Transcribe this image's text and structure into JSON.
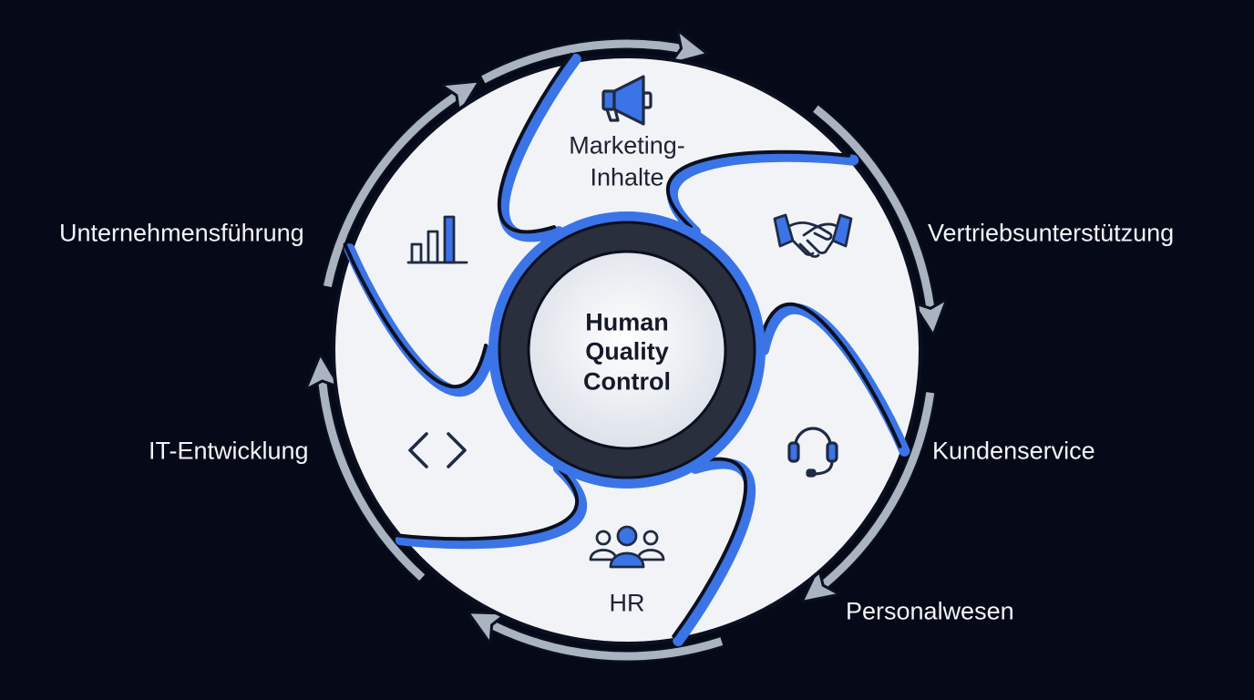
{
  "center": {
    "lines": [
      "Human",
      "Quality",
      "Control"
    ]
  },
  "segments": [
    {
      "label_lines": [
        "Marketing-",
        "Inhalte"
      ],
      "icon": "megaphone-icon"
    },
    {
      "label_lines": [],
      "icon": "handshake-icon"
    },
    {
      "label_lines": [],
      "icon": "headset-icon"
    },
    {
      "label_lines": [
        "HR"
      ],
      "icon": "people-group-icon"
    },
    {
      "label_lines": [],
      "icon": "code-brackets-icon"
    },
    {
      "label_lines": [],
      "icon": "bar-chart-icon"
    }
  ],
  "outer_labels": {
    "vertrieb": "Vertriebsunterstützung",
    "kunden": "Kundenservice",
    "personal": "Personalwesen",
    "it": "IT-Entwicklung",
    "fuehrung": "Unternehmensführung"
  },
  "colors": {
    "background": "#060a18",
    "accent_blue": "#3b74e6",
    "petal_fill": "#f1f3f7",
    "outline_dark": "#0b1020",
    "hub_ring": "#2a2f3d",
    "arrow_gray": "#aab3c0",
    "icon_navy": "#1f2a44"
  }
}
